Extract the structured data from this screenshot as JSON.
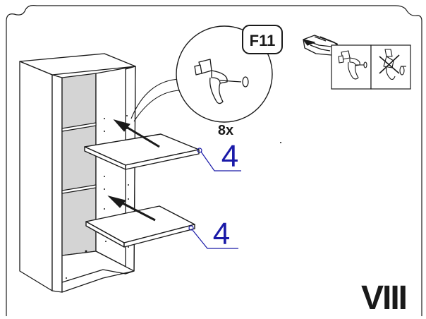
{
  "callout": {
    "part_code": "F11",
    "quantity": "8x"
  },
  "shelf_upper": {
    "part_number": "4"
  },
  "shelf_lower": {
    "part_number": "4"
  },
  "step": {
    "number": "VIII"
  },
  "colors": {
    "line": "#1a1a1a",
    "panel_fill": "#d4d4d4",
    "part_number": "#1a1aa8",
    "background": "#ffffff"
  },
  "icons": {
    "frame": "rounded-page-frame-icon",
    "manual_hand": "pointing-hand-manual-icon",
    "correct": "shelf-pin-correct-icon",
    "incorrect": "shelf-pin-incorrect-icon"
  }
}
